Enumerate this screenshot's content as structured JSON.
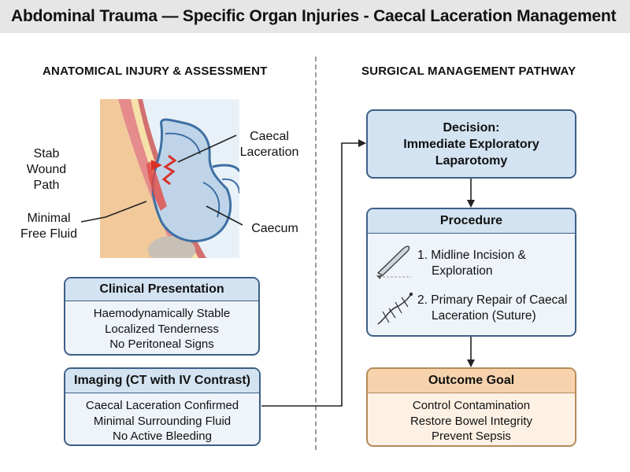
{
  "title": "Abdominal Trauma — Specific Organ Injuries - Caecal Laceration Management",
  "left_section": {
    "heading": "ANATOMICAL INJURY & ASSESSMENT",
    "labels": {
      "stab_line1": "Stab",
      "stab_line2": "Wound",
      "stab_line3": "Path",
      "fluid_line1": "Minimal",
      "fluid_line2": "Free Fluid",
      "lac_line1": "Caecal",
      "lac_line2": "Laceration",
      "caecum": "Caecum"
    },
    "clinical": {
      "title": "Clinical Presentation",
      "lines": [
        "Haemodynamically Stable",
        "Localized Tenderness",
        "No Peritoneal Signs"
      ]
    },
    "imaging": {
      "title": "Imaging (CT with IV Contrast)",
      "lines": [
        "Caecal Laceration Confirmed",
        "Minimal Surrounding Fluid",
        "No Active Bleeding"
      ]
    }
  },
  "right_section": {
    "heading": "SURGICAL MANAGEMENT PATHWAY",
    "decision": {
      "line1": "Decision:",
      "line2": "Immediate Exploratory",
      "line3": "Laparotomy"
    },
    "procedure": {
      "title": "Procedure",
      "step1_line1": "1. Midline Incision &",
      "step1_line2": "Exploration",
      "step2_line1": "2. Primary Repair of Caecal",
      "step2_line2": "Laceration (Suture)"
    },
    "outcome": {
      "title": "Outcome Goal",
      "lines": [
        "Control Contamination",
        "Restore Bowel Integrity",
        "Prevent Sepsis"
      ]
    }
  },
  "colors": {
    "box_border": "#3d5f86",
    "box_fill": "#eef4fa",
    "box_header": "#d3e3f2",
    "outcome_border": "#b58a5a",
    "outcome_header": "#f6d3ad",
    "wound_red": "#d9322b"
  },
  "icons": [
    "scalpel-icon",
    "suture-icon"
  ]
}
